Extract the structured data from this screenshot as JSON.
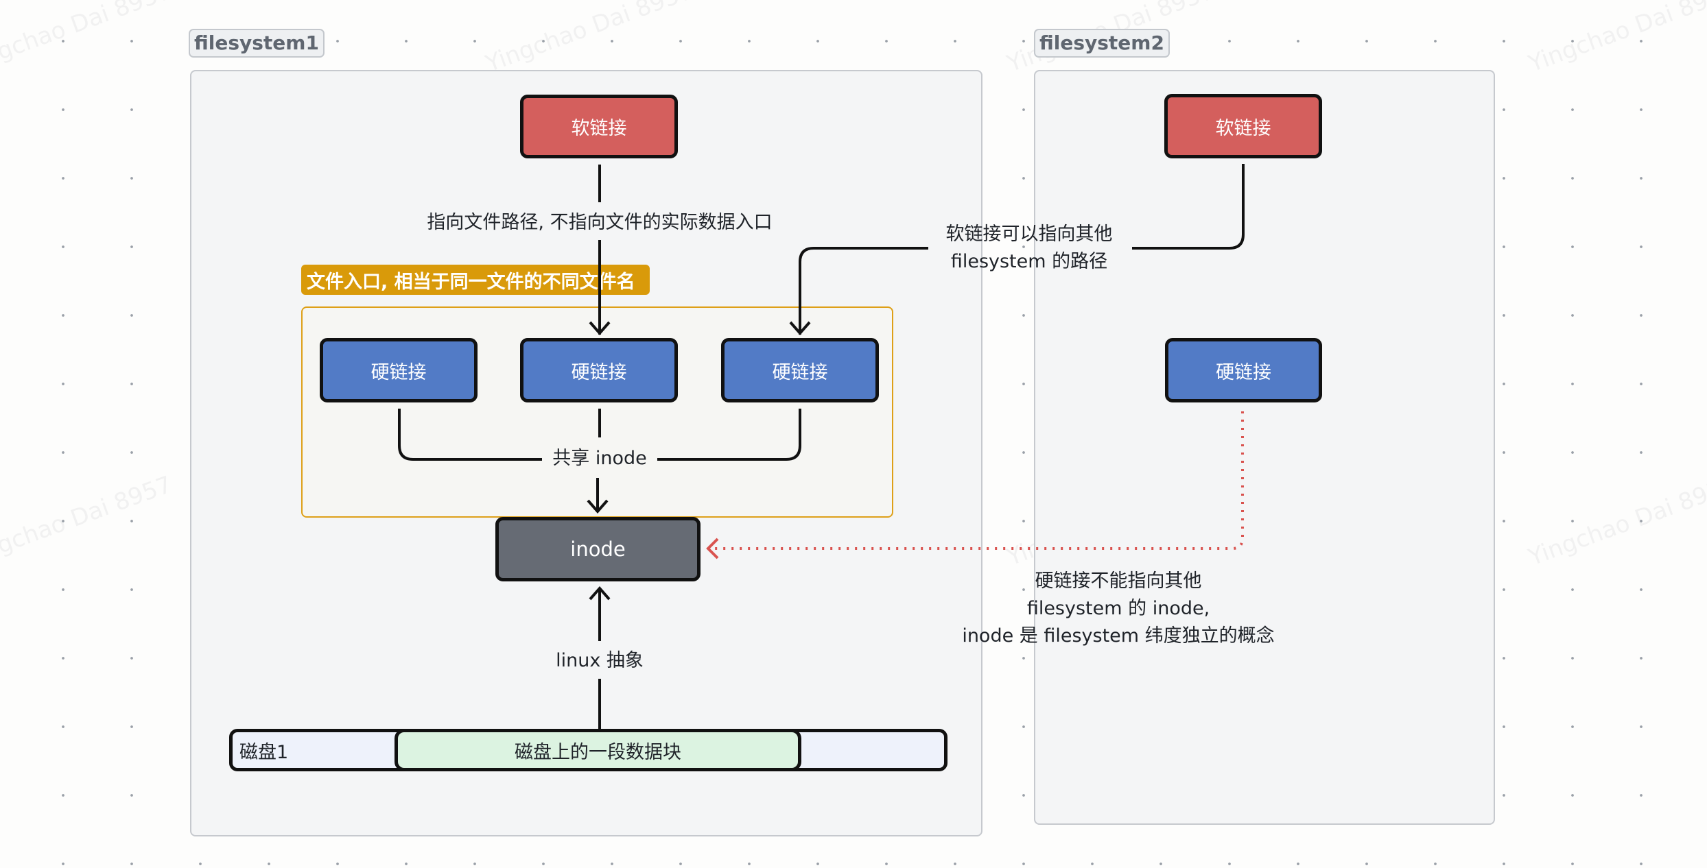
{
  "filesystems": [
    {
      "label": "filesystem1",
      "soft_link": "软链接",
      "soft_link_edge_label": "指向文件路径, 不指向文件的实际数据入口",
      "hard_link_group_tag": "文件入口, 相当于同一文件的不同文件名",
      "hard_links": [
        "硬链接",
        "硬链接",
        "硬链接"
      ],
      "shared_edge_label": "共享 inode",
      "inode": "inode",
      "abstraction_edge_label": "linux 抽象",
      "disk_label": "磁盘1",
      "disk_block": "磁盘上的一段数据块"
    },
    {
      "label": "filesystem2",
      "soft_link": "软链接",
      "hard_link": "硬链接"
    }
  ],
  "cross_fs_notes": {
    "soft_link_note": [
      "软链接可以指向其他",
      "filesystem 的路径"
    ],
    "hard_link_note": [
      "硬链接不能指向其他",
      "filesystem 的 inode,",
      "inode 是 filesystem 纬度独立的概念"
    ]
  },
  "watermark": "Yingchao Dai 8957",
  "colors": {
    "soft_link": "#d45f5d",
    "hard_link": "#527bc6",
    "inode": "#666b74",
    "group_tag": "#d99a0a",
    "invalid_edge": "#d9534f",
    "disk": "#eef2fb",
    "disk_block": "#dcf3e1"
  }
}
